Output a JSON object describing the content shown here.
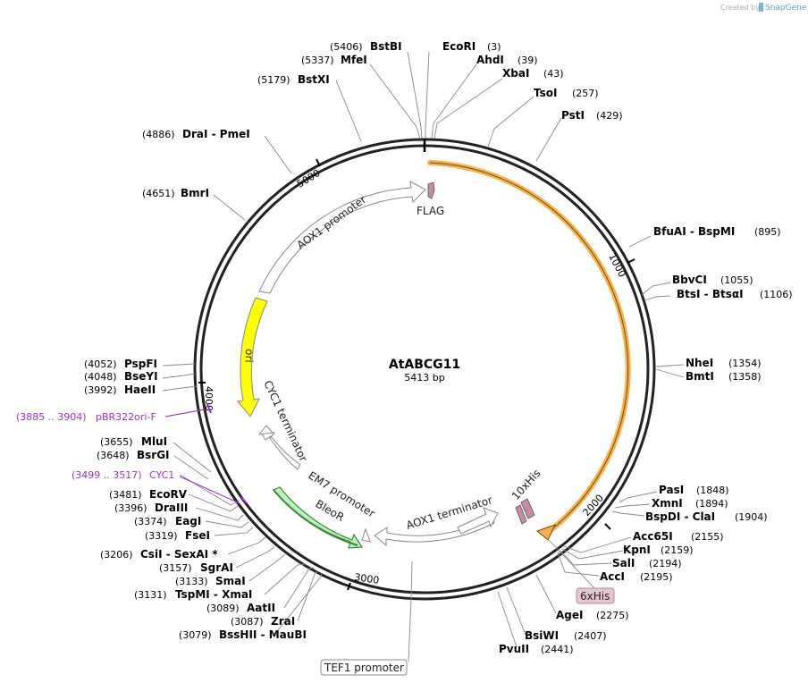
{
  "credit": {
    "created_by": "Created by",
    "brand": "SnapGene"
  },
  "plasmid": {
    "name": "AtABCG11",
    "length_label": "5413 bp"
  },
  "colors": {
    "backbone": "#222222",
    "orf": "#f6b14b",
    "ori": "#ffff00",
    "bleor": "#bdf2bd",
    "promoter": "#ffffff",
    "tag": "#c88ba6",
    "primer": "#9933cc"
  },
  "ticks": [
    {
      "label": "1000",
      "note": "1000"
    },
    {
      "label": "2000",
      "note": "2000"
    },
    {
      "label": "3000",
      "note": "3000"
    },
    {
      "label": "4000",
      "note": "4000"
    },
    {
      "label": "5000",
      "note": "5000"
    }
  ],
  "features": [
    {
      "name": "FLAG",
      "kind": "tag"
    },
    {
      "name": "AOX1 promoter",
      "kind": "promoter"
    },
    {
      "name": "ori",
      "kind": "ori"
    },
    {
      "name": "CYC1 terminator",
      "kind": "terminator"
    },
    {
      "name": "EM7 promoter",
      "kind": "promoter"
    },
    {
      "name": "BleoR",
      "kind": "cds"
    },
    {
      "name": "AOX1 terminator",
      "kind": "terminator"
    },
    {
      "name": "10xHis",
      "kind": "tag"
    },
    {
      "name": "6xHis",
      "kind": "boxed-tag"
    },
    {
      "name": "TEF1 promoter",
      "kind": "boxed-promoter"
    }
  ],
  "primers": [
    {
      "range": "(3885 .. 3904)",
      "name": "pBR322ori-F"
    },
    {
      "range": "(3499 .. 3517)",
      "name": "CYC1"
    }
  ],
  "sites": [
    {
      "enzyme": "BstBI",
      "pos": "(5406)"
    },
    {
      "enzyme": "EcoRI",
      "pos": "(3)"
    },
    {
      "enzyme": "MfeI",
      "pos": "(5337)"
    },
    {
      "enzyme": "AhdI",
      "pos": "(39)"
    },
    {
      "enzyme": "XbaI",
      "pos": "(43)"
    },
    {
      "enzyme": "BstXI",
      "pos": "(5179)"
    },
    {
      "enzyme": "TsoI",
      "pos": "(257)"
    },
    {
      "enzyme": "PstI",
      "pos": "(429)"
    },
    {
      "enzyme": "DraI  -  PmeI",
      "pos": "(4886)"
    },
    {
      "enzyme": "BmrI",
      "pos": "(4651)"
    },
    {
      "enzyme": "BfuAI  -  BspMI",
      "pos": "(895)"
    },
    {
      "enzyme": "BbvCI",
      "pos": "(1055)"
    },
    {
      "enzyme": "BtsI  -  BtsαI",
      "pos": "(1106)"
    },
    {
      "enzyme": "PspFI",
      "pos": "(4052)"
    },
    {
      "enzyme": "BseYI",
      "pos": "(4048)"
    },
    {
      "enzyme": "HaeII",
      "pos": "(3992)"
    },
    {
      "enzyme": "NheI",
      "pos": "(1354)"
    },
    {
      "enzyme": "BmtI",
      "pos": "(1358)"
    },
    {
      "enzyme": "MluI",
      "pos": "(3655)"
    },
    {
      "enzyme": "BsrGI",
      "pos": "(3648)"
    },
    {
      "enzyme": "EcoRV",
      "pos": "(3481)"
    },
    {
      "enzyme": "DraIII",
      "pos": "(3396)"
    },
    {
      "enzyme": "EagI",
      "pos": "(3374)"
    },
    {
      "enzyme": "FseI",
      "pos": "(3319)"
    },
    {
      "enzyme": "CsiI  -  SexAI *",
      "pos": "(3206)"
    },
    {
      "enzyme": "SgrAI",
      "pos": "(3157)"
    },
    {
      "enzyme": "SmaI",
      "pos": "(3133)"
    },
    {
      "enzyme": "TspMI  -  XmaI",
      "pos": "(3131)"
    },
    {
      "enzyme": "AatII",
      "pos": "(3089)"
    },
    {
      "enzyme": "ZraI",
      "pos": "(3087)"
    },
    {
      "enzyme": "BssHII  -  MauBI",
      "pos": "(3079)"
    },
    {
      "enzyme": "PasI",
      "pos": "(1848)"
    },
    {
      "enzyme": "XmnI",
      "pos": "(1894)"
    },
    {
      "enzyme": "BspDI  -  ClaI",
      "pos": "(1904)"
    },
    {
      "enzyme": "Acc65I",
      "pos": "(2155)"
    },
    {
      "enzyme": "KpnI",
      "pos": "(2159)"
    },
    {
      "enzyme": "SalI",
      "pos": "(2194)"
    },
    {
      "enzyme": "AccI",
      "pos": "(2195)"
    },
    {
      "enzyme": "AgeI",
      "pos": "(2275)"
    },
    {
      "enzyme": "BsiWI",
      "pos": "(2407)"
    },
    {
      "enzyme": "PvuII",
      "pos": "(2441)"
    }
  ]
}
